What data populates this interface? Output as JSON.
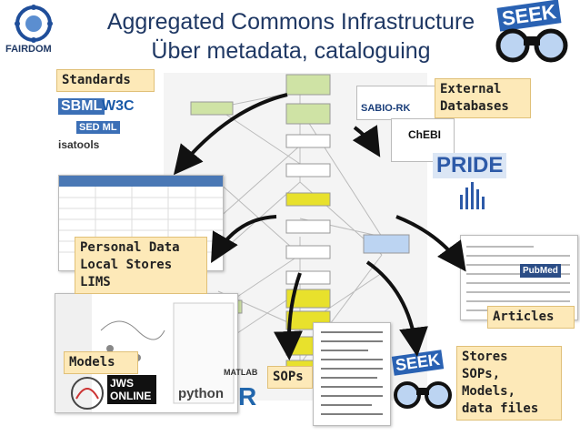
{
  "title": {
    "line1": "Aggregated Commons Infrastructure",
    "line2": "Über metadata, cataloguing"
  },
  "logos": {
    "fairdom": "FAIRDOM",
    "seek": "SEEK",
    "sbml": "SBML",
    "w3c": "W3C",
    "sedml": "SED ML",
    "isatools": "isatools",
    "sabio": "SABIO-RK",
    "chebi": "ChEBI",
    "pride": "PRIDE",
    "pubmed": "PubMed",
    "jws": "JWS ONLINE",
    "python": "python",
    "matlab": "MATLAB",
    "r": "R"
  },
  "labels": {
    "standards": "Standards",
    "external": "External\nDatabases",
    "personal": "Personal Data\nLocal Stores\nLIMS",
    "articles": "Articles",
    "models": "Models",
    "sops": "SOPs",
    "stores": "Stores\nSOPs,\nModels,\ndata files"
  },
  "colors": {
    "title": "#1f3864",
    "label_bg": "#fde9b8",
    "node_yellow": "#e8e12c",
    "node_green": "#cfe3a5",
    "arrow": "#111111"
  }
}
